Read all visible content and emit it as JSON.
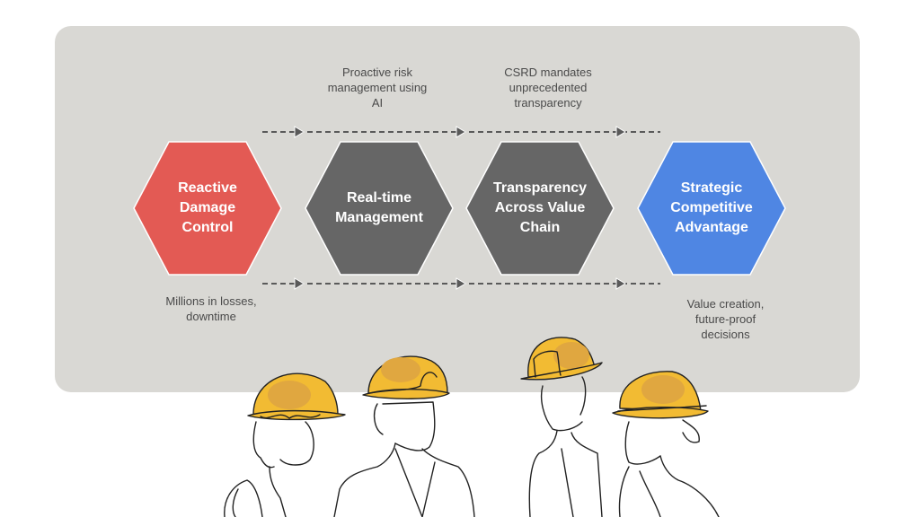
{
  "colors": {
    "panel": "#d9d8d4",
    "reactive": "#e35a54",
    "neutral": "#666666",
    "strategic": "#4f86e3",
    "helmet": "#f2bb33",
    "helmet_shade": "#e0a740",
    "connector": "#5a5a5a"
  },
  "stages": [
    {
      "label": "Reactive\nDamage\nControl",
      "color": "#e35a54"
    },
    {
      "label": "Real-time\nManagement",
      "color": "#666666"
    },
    {
      "label": "Transparency\nAcross Value\nChain",
      "color": "#666666"
    },
    {
      "label": "Strategic\nCompetitive\nAdvantage",
      "color": "#4f86e3"
    }
  ],
  "notes": {
    "top_1": "Proactive risk\nmanagement using\nAI",
    "top_2": "CSRD mandates\nunprecedented\ntransparency",
    "bottom_1": "Millions in losses,\ndowntime",
    "bottom_2": "Value creation,\nfuture-proof\ndecisions"
  },
  "illustration": {
    "subject": "four construction workers in yellow hard hats, line-art",
    "figures": 4
  }
}
